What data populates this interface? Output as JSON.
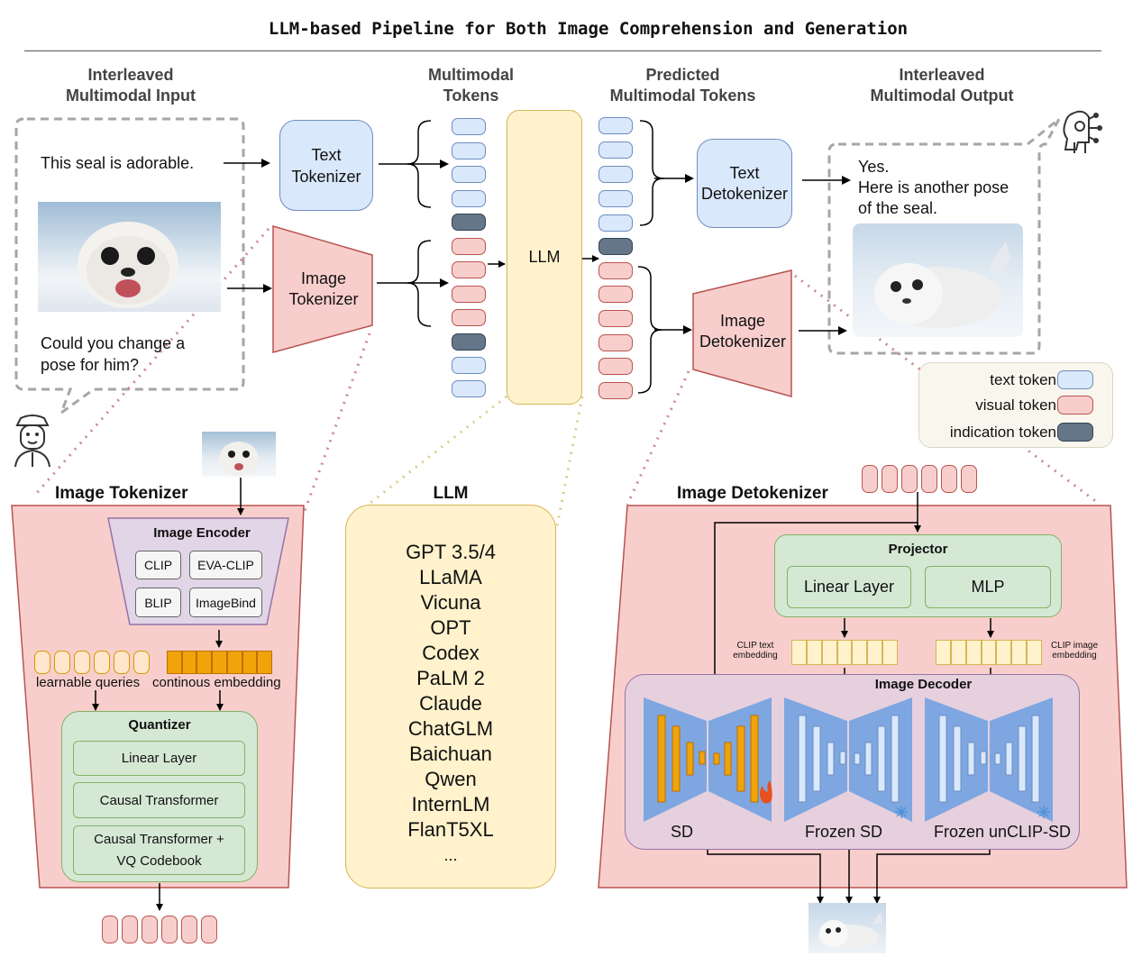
{
  "title": "LLM-based Pipeline for Both Image Comprehension and Generation",
  "headers": {
    "input": [
      "Interleaved",
      "Multimodal Input"
    ],
    "tokens": [
      "Multimodal",
      "Tokens"
    ],
    "predicted": [
      "Predicted",
      "Multimodal Tokens"
    ],
    "output": [
      "Interleaved",
      "Multimodal Output"
    ]
  },
  "input": {
    "text1": "This seal is adorable.",
    "text2": "Could you change a pose for him?"
  },
  "tokenizers": {
    "text": "Text Tokenizer",
    "image": "Image Tokenizer"
  },
  "llm_label": "LLM",
  "detokenizers": {
    "text": "Text Detokenizer",
    "image": "Image Detokenizer"
  },
  "output": {
    "line1": "Yes.",
    "line2": "Here is another pose",
    "line3": "of the seal."
  },
  "legend": {
    "text_token": "text token",
    "visual_token": "visual token",
    "indication_token": "indication token"
  },
  "colors": {
    "text_token": "#dae8fc",
    "visual_token": "#f8cecc",
    "indication_token": "#647687",
    "llm": "#fff2cc",
    "green": "#d5e8d4",
    "pink_panel": "#f8cecc",
    "purple": "#e1d5e7"
  },
  "image_tokenizer": {
    "title": "Image Tokenizer",
    "encoder_title": "Image Encoder",
    "encoders": [
      "CLIP",
      "EVA-CLIP",
      "BLIP",
      "ImageBind"
    ],
    "learnable_queries": "learnable queries",
    "continuous_embedding": "continous embedding",
    "quantizer_title": "Quantizer",
    "quantizer_items": [
      "Linear Layer",
      "Causal Transformer",
      "Causal Transformer +",
      "VQ Codebook"
    ]
  },
  "llm_panel": {
    "title": "LLM",
    "models": [
      "GPT 3.5/4",
      "LLaMA",
      "Vicuna",
      "OPT",
      "Codex",
      "PaLM 2",
      "Claude",
      "ChatGLM",
      "Baichuan",
      "Qwen",
      "InternLM",
      "FlanT5XL",
      "..."
    ]
  },
  "image_detokenizer": {
    "title": "Image Detokenizer",
    "projector_title": "Projector",
    "projector_items": [
      "Linear Layer",
      "MLP"
    ],
    "clip_text": [
      "CLIP text",
      "embedding"
    ],
    "clip_image": [
      "CLIP image",
      "embedding"
    ],
    "decoder_title": "Image Decoder",
    "decoders": [
      "SD",
      "Frozen SD",
      "Frozen unCLIP-SD"
    ]
  },
  "icons": [
    "user-icon",
    "robot-icon",
    "fire-icon",
    "snowflake-icon",
    "seal-photo"
  ]
}
